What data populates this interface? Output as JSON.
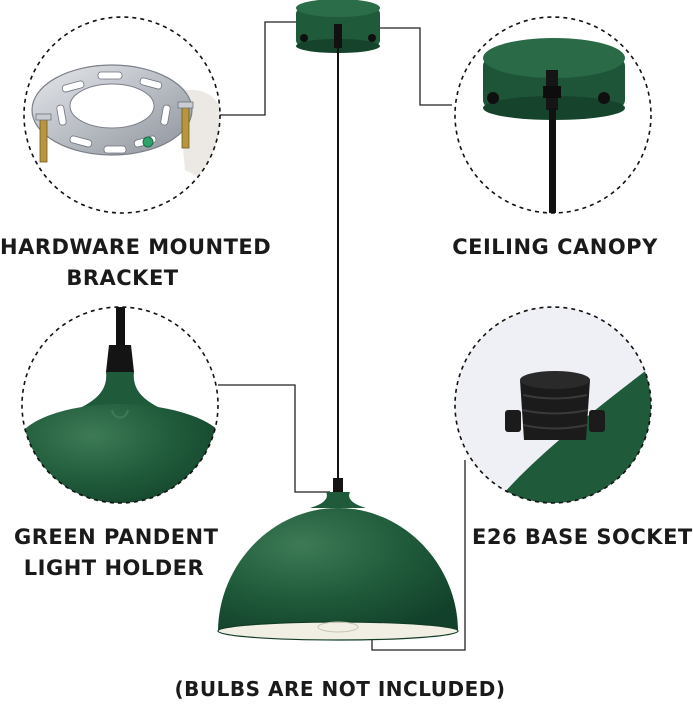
{
  "callouts": {
    "hardware": {
      "line1": "HARDWARE MOUNTED",
      "line2": "BRACKET"
    },
    "canopy": {
      "line1": "CEILING CANOPY"
    },
    "holder": {
      "line1": "GREEN PANDENT",
      "line2": "LIGHT HOLDER"
    },
    "socket": {
      "line1": "E26 BASE SOCKET"
    }
  },
  "note": "(BULBS ARE NOT INCLUDED)",
  "colors": {
    "shade_green": "#1f5a3a",
    "shade_inner": "#f1efe4",
    "cord": "#111111",
    "socket": "#1b1b1b",
    "bracket_metal": "#c9ccd2"
  }
}
